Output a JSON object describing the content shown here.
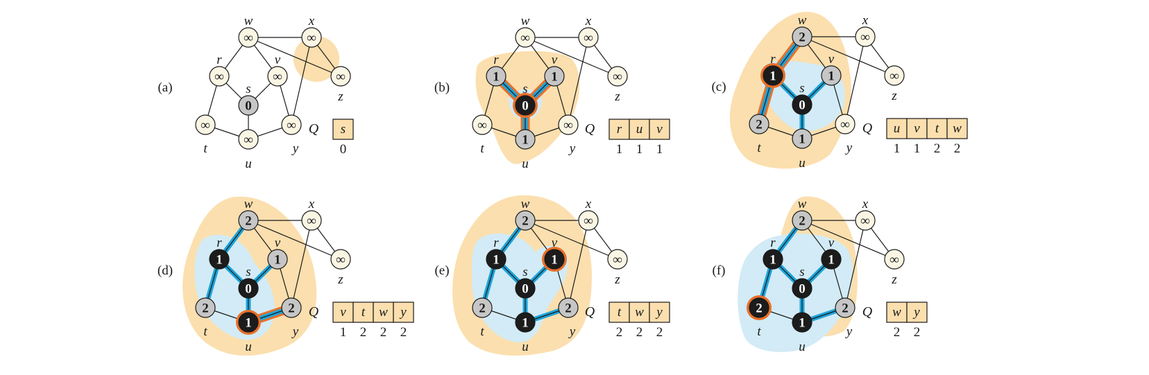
{
  "colors": {
    "white_node": "#fbf6e4",
    "gray_node": "#c6c6c6",
    "black_node": "#1c1c1c",
    "frontier_region": "#fbdfae",
    "tree_region": "#d2ebf6",
    "tree_edge": "#1ea3d8",
    "current_edge": "#e8702a",
    "queue_cell": "#fbdfae"
  },
  "vertices": [
    "w",
    "x",
    "r",
    "v",
    "z",
    "s",
    "t",
    "y",
    "u"
  ],
  "edges": [
    [
      "w",
      "x"
    ],
    [
      "w",
      "z"
    ],
    [
      "w",
      "r"
    ],
    [
      "w",
      "v"
    ],
    [
      "x",
      "z"
    ],
    [
      "x",
      "y"
    ],
    [
      "r",
      "s"
    ],
    [
      "r",
      "t"
    ],
    [
      "v",
      "s"
    ],
    [
      "v",
      "y"
    ],
    [
      "s",
      "u"
    ],
    [
      "t",
      "u"
    ],
    [
      "u",
      "y"
    ]
  ],
  "panels": [
    {
      "label": "(a)",
      "nodes": {
        "w": {
          "d": "∞",
          "color": "white"
        },
        "x": {
          "d": "∞",
          "color": "white"
        },
        "r": {
          "d": "∞",
          "color": "white"
        },
        "v": {
          "d": "∞",
          "color": "white"
        },
        "z": {
          "d": "∞",
          "color": "white"
        },
        "s": {
          "d": "0",
          "color": "gray"
        },
        "t": {
          "d": "∞",
          "color": "white"
        },
        "y": {
          "d": "∞",
          "color": "white"
        },
        "u": {
          "d": "∞",
          "color": "white"
        }
      },
      "tree_edges": [],
      "current_edges": [],
      "current_vertex": null,
      "queue": {
        "label": "Q",
        "items": [
          "s"
        ],
        "keys": [
          "0"
        ]
      }
    },
    {
      "label": "(b)",
      "nodes": {
        "w": {
          "d": "∞",
          "color": "white"
        },
        "x": {
          "d": "∞",
          "color": "white"
        },
        "r": {
          "d": "1",
          "color": "gray"
        },
        "v": {
          "d": "1",
          "color": "gray"
        },
        "z": {
          "d": "∞",
          "color": "white"
        },
        "s": {
          "d": "0",
          "color": "black"
        },
        "t": {
          "d": "∞",
          "color": "white"
        },
        "y": {
          "d": "∞",
          "color": "white"
        },
        "u": {
          "d": "1",
          "color": "gray"
        }
      },
      "tree_edges": [],
      "current_edges": [
        [
          "s",
          "r"
        ],
        [
          "s",
          "v"
        ],
        [
          "s",
          "u"
        ]
      ],
      "current_vertex": "s",
      "queue": {
        "label": "Q",
        "items": [
          "r",
          "u",
          "v"
        ],
        "keys": [
          "1",
          "1",
          "1"
        ]
      }
    },
    {
      "label": "(c)",
      "nodes": {
        "w": {
          "d": "2",
          "color": "gray"
        },
        "x": {
          "d": "∞",
          "color": "white"
        },
        "r": {
          "d": "1",
          "color": "black"
        },
        "v": {
          "d": "1",
          "color": "gray"
        },
        "z": {
          "d": "∞",
          "color": "white"
        },
        "s": {
          "d": "0",
          "color": "black"
        },
        "t": {
          "d": "2",
          "color": "gray"
        },
        "y": {
          "d": "∞",
          "color": "white"
        },
        "u": {
          "d": "1",
          "color": "gray"
        }
      },
      "tree_edges": [
        [
          "s",
          "r"
        ],
        [
          "s",
          "v"
        ],
        [
          "s",
          "u"
        ]
      ],
      "current_edges": [
        [
          "r",
          "w"
        ],
        [
          "r",
          "t"
        ]
      ],
      "current_vertex": "r",
      "queue": {
        "label": "Q",
        "items": [
          "u",
          "v",
          "t",
          "w"
        ],
        "keys": [
          "1",
          "1",
          "2",
          "2"
        ]
      }
    },
    {
      "label": "(d)",
      "nodes": {
        "w": {
          "d": "2",
          "color": "gray"
        },
        "x": {
          "d": "∞",
          "color": "white"
        },
        "r": {
          "d": "1",
          "color": "black"
        },
        "v": {
          "d": "1",
          "color": "gray"
        },
        "z": {
          "d": "∞",
          "color": "white"
        },
        "s": {
          "d": "0",
          "color": "black"
        },
        "t": {
          "d": "2",
          "color": "gray"
        },
        "y": {
          "d": "2",
          "color": "gray"
        },
        "u": {
          "d": "1",
          "color": "black"
        }
      },
      "tree_edges": [
        [
          "s",
          "r"
        ],
        [
          "s",
          "v"
        ],
        [
          "s",
          "u"
        ],
        [
          "r",
          "w"
        ],
        [
          "r",
          "t"
        ]
      ],
      "current_edges": [
        [
          "u",
          "y"
        ]
      ],
      "current_vertex": "u",
      "queue": {
        "label": "Q",
        "items": [
          "v",
          "t",
          "w",
          "y"
        ],
        "keys": [
          "1",
          "2",
          "2",
          "2"
        ]
      }
    },
    {
      "label": "(e)",
      "nodes": {
        "w": {
          "d": "2",
          "color": "gray"
        },
        "x": {
          "d": "∞",
          "color": "white"
        },
        "r": {
          "d": "1",
          "color": "black"
        },
        "v": {
          "d": "1",
          "color": "black"
        },
        "z": {
          "d": "∞",
          "color": "white"
        },
        "s": {
          "d": "0",
          "color": "black"
        },
        "t": {
          "d": "2",
          "color": "gray"
        },
        "y": {
          "d": "2",
          "color": "gray"
        },
        "u": {
          "d": "1",
          "color": "black"
        }
      },
      "tree_edges": [
        [
          "s",
          "r"
        ],
        [
          "s",
          "v"
        ],
        [
          "s",
          "u"
        ],
        [
          "r",
          "w"
        ],
        [
          "r",
          "t"
        ],
        [
          "u",
          "y"
        ]
      ],
      "current_edges": [],
      "current_vertex": "v",
      "queue": {
        "label": "Q",
        "items": [
          "t",
          "w",
          "y"
        ],
        "keys": [
          "2",
          "2",
          "2"
        ]
      }
    },
    {
      "label": "(f)",
      "nodes": {
        "w": {
          "d": "2",
          "color": "gray"
        },
        "x": {
          "d": "∞",
          "color": "white"
        },
        "r": {
          "d": "1",
          "color": "black"
        },
        "v": {
          "d": "1",
          "color": "black"
        },
        "z": {
          "d": "∞",
          "color": "white"
        },
        "s": {
          "d": "0",
          "color": "black"
        },
        "t": {
          "d": "2",
          "color": "black"
        },
        "y": {
          "d": "2",
          "color": "gray"
        },
        "u": {
          "d": "1",
          "color": "black"
        }
      },
      "tree_edges": [
        [
          "s",
          "r"
        ],
        [
          "s",
          "v"
        ],
        [
          "s",
          "u"
        ],
        [
          "r",
          "w"
        ],
        [
          "r",
          "t"
        ],
        [
          "u",
          "y"
        ]
      ],
      "current_edges": [],
      "current_vertex": "t",
      "queue": {
        "label": "Q",
        "items": [
          "w",
          "y"
        ],
        "keys": [
          "2",
          "2"
        ]
      }
    }
  ]
}
